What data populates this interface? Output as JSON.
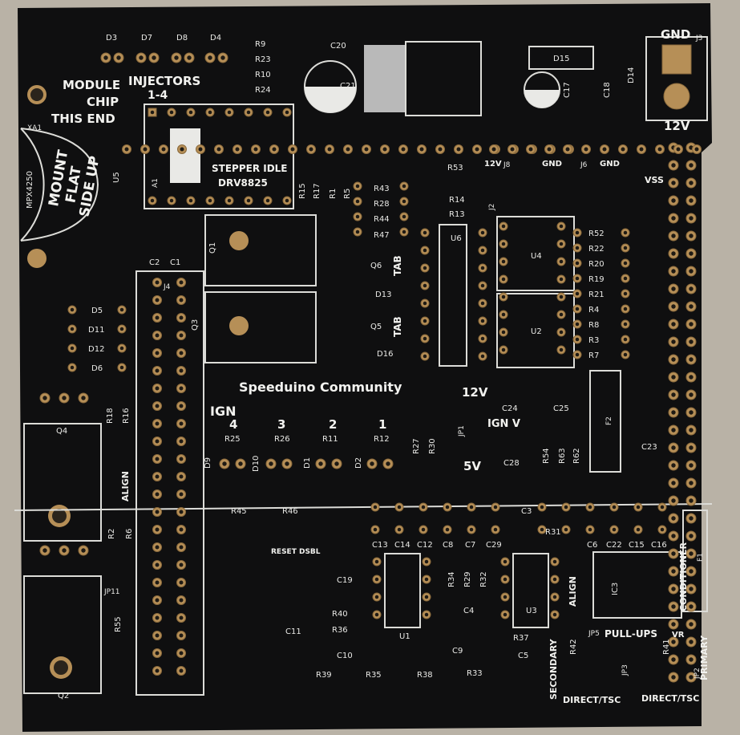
{
  "board": {
    "title_text": "Speeduino Community",
    "module_lines": [
      "MODULE",
      "CHIP",
      "THIS END"
    ],
    "injectors_label": "INJECTORS",
    "injectors_range": "1-4",
    "mount_lines": [
      "MOUNT",
      "FLAT",
      "SIDE UP"
    ],
    "stepper_lines": [
      "STEPPER IDLE",
      "DRV8825"
    ],
    "ign_label": "IGN",
    "ign_numbers": [
      "4",
      "3",
      "2",
      "1"
    ],
    "gnd_label": "GND",
    "v12_label": "12V",
    "v12_small": "12V",
    "v5_label": "5V",
    "ignv_label": "IGN V",
    "reset_label": "RESET DSBL",
    "align_label": "ALIGN",
    "pullups_label": "PULL-UPS",
    "vr_label": "VR",
    "conditioner_label": "CONDITIONER",
    "secondary_label": "SECONDARY",
    "primary_label": "PRIMARY",
    "direct_tsc_label": "DIRECT/TSC",
    "vss_label": "VSS",
    "tab_label": "TAB",
    "mpx_label": "MPX4250",
    "j6_gnd": "GND",
    "j6_12v": "12V"
  },
  "refdes": {
    "top_leds": [
      "D3",
      "D7",
      "D8",
      "D4"
    ],
    "top_resistors": [
      "R9",
      "R23",
      "R10",
      "R24"
    ],
    "caps": [
      "C20",
      "C21",
      "C17",
      "C18",
      "C2",
      "C1",
      "C24",
      "C25",
      "C28",
      "C23",
      "C13",
      "C14",
      "C12",
      "C8",
      "C7",
      "C29",
      "C3",
      "C6",
      "C22",
      "C15",
      "C16",
      "C19",
      "C11",
      "C4",
      "C10",
      "C9",
      "C5"
    ],
    "diodes": [
      "D15",
      "D14",
      "D5",
      "D11",
      "D12",
      "D6",
      "D13",
      "D16",
      "D9",
      "D10",
      "D1",
      "D2"
    ],
    "ics": [
      "U5",
      "U6",
      "U4",
      "U2",
      "U1",
      "U3",
      "IC3"
    ],
    "transistors": [
      "Q1",
      "Q3",
      "Q4",
      "Q2",
      "Q6",
      "Q5"
    ],
    "connectors": [
      "J3",
      "J4",
      "J2",
      "J6",
      "J8",
      "JP1",
      "JP11",
      "JP5",
      "JP3",
      "JP2",
      "F1",
      "F2",
      "XA1",
      "A1"
    ],
    "mid_resistors": [
      "R53",
      "R14",
      "R13",
      "R43",
      "R28",
      "R44",
      "R47",
      "R15",
      "R17",
      "R1",
      "R5"
    ],
    "right_resistors": [
      "R52",
      "R22",
      "R20",
      "R19",
      "R21",
      "R4",
      "R8",
      "R3",
      "R7"
    ],
    "ign_resistors": [
      "R25",
      "R26",
      "R11",
      "R12",
      "R27",
      "R30",
      "R54",
      "R63",
      "R62"
    ],
    "bottom_resistors": [
      "R45",
      "R46",
      "R31",
      "R40",
      "R36",
      "R39",
      "R35",
      "R38",
      "R33",
      "R37",
      "R34",
      "R29",
      "R32",
      "R42",
      "R41",
      "R18",
      "R16",
      "R2",
      "R6",
      "R55"
    ]
  },
  "colors": {
    "pcb": "#101010",
    "silkscreen": "#e9e9e6",
    "pad": "#b68f57",
    "background": "#b9b2a6"
  }
}
